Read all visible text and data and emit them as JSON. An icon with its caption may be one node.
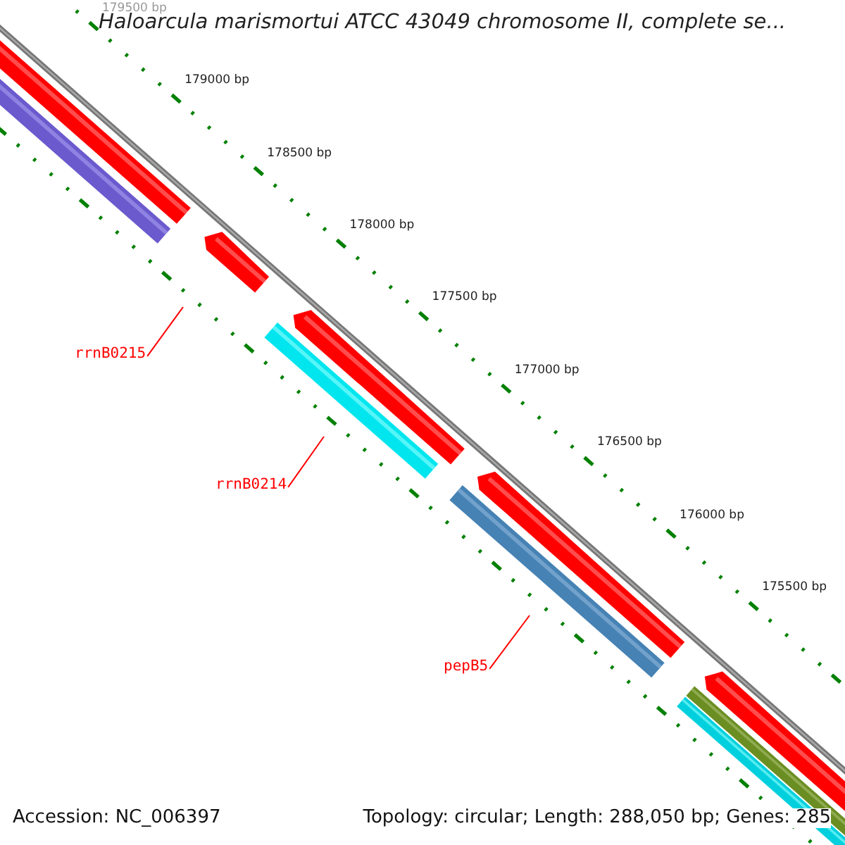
{
  "diagram": {
    "title": "Haloarcula marismortui ATCC 43049 chromosome II, complete se...",
    "nodes": [
      {
        "text": [
          "rrnB0215"
        ]
      },
      {
        "text": [
          "rrnB0214"
        ]
      },
      {
        "text": [
          "pepB5"
        ]
      }
    ],
    "edges": [
      {
        "from": 0,
        "to": null,
        "arrow": "none"
      },
      {
        "from": 1,
        "to": null,
        "arrow": "none"
      },
      {
        "from": 2,
        "to": null,
        "arrow": "none"
      }
    ],
    "labels": [
      "179500 bp",
      "179000 bp",
      "178500 bp",
      "178000 bp",
      "177500 bp",
      "177000 bp",
      "176500 bp",
      "176000 bp",
      "175500 bp",
      "Accession: NC_006397",
      "Topology: circular; Length: 288,050 bp; Genes: 285"
    ]
  }
}
